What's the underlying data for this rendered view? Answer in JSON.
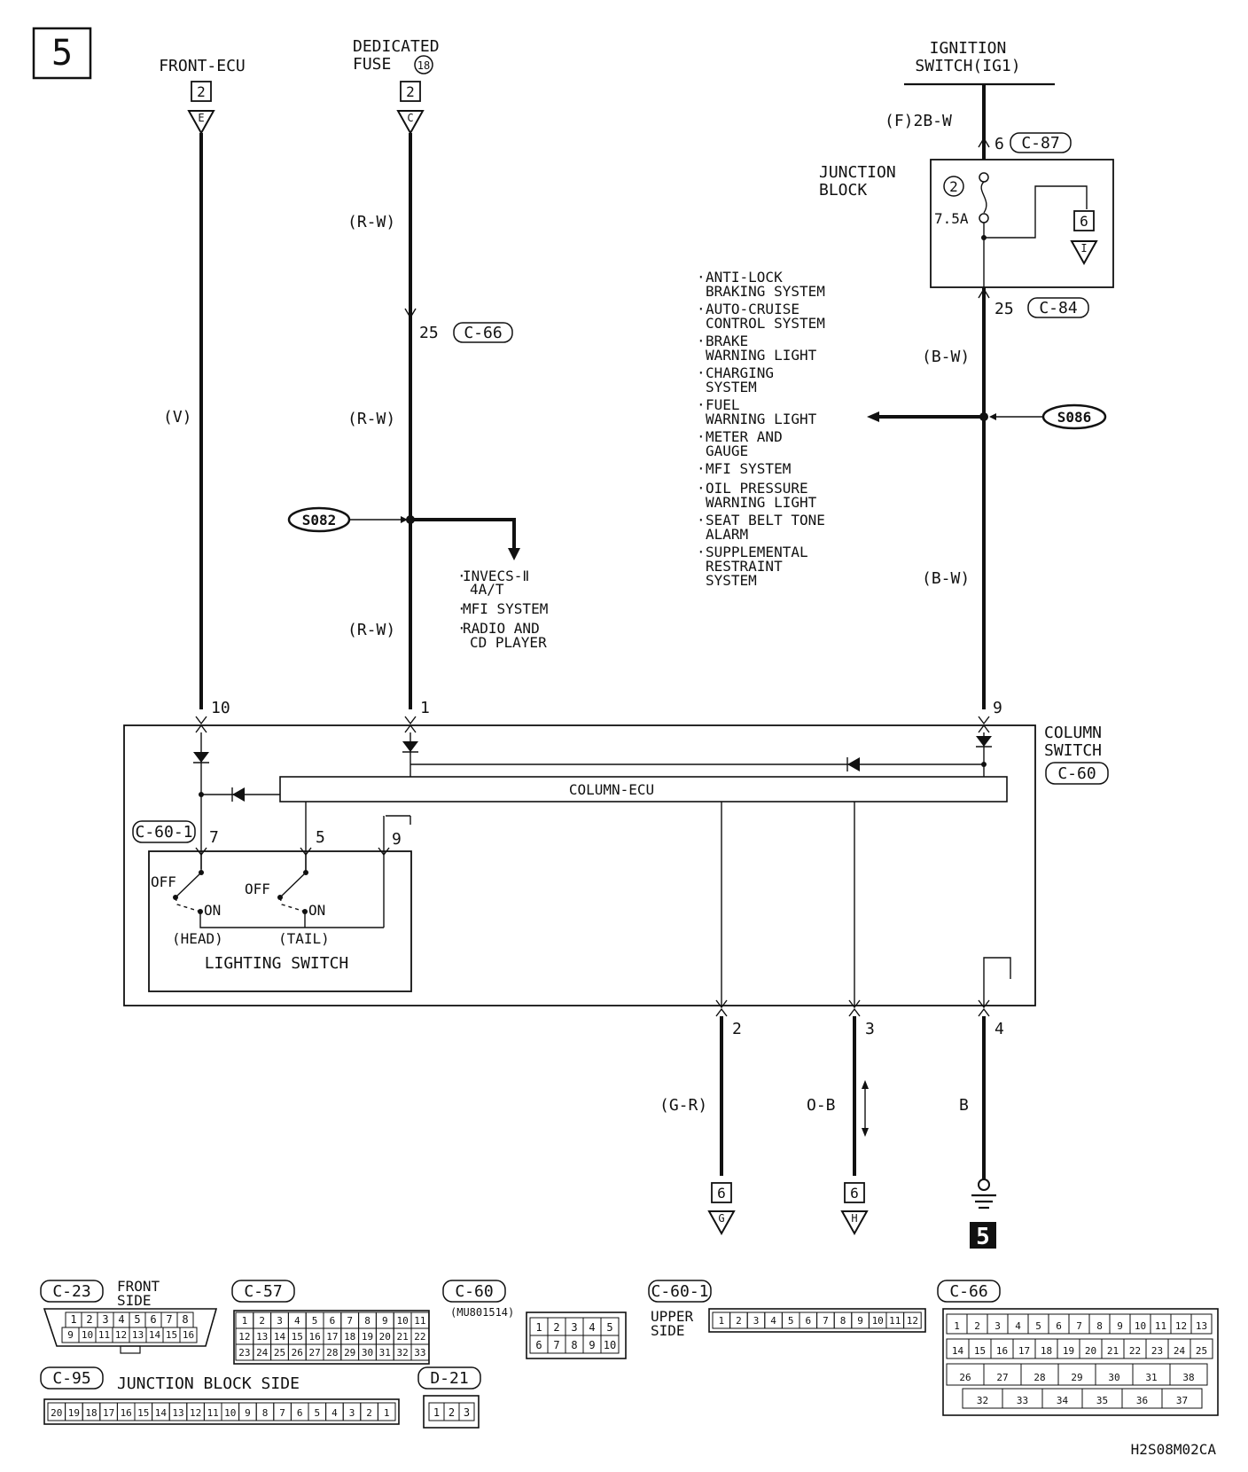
{
  "page": {
    "number": "5",
    "code": "H2S08M02CA"
  },
  "sources": {
    "front_ecu": {
      "name": "FRONT-ECU",
      "ref": "2",
      "terminal": "E"
    },
    "dedicated_fuse": {
      "name1": "DEDICATED",
      "name2": "FUSE",
      "fuse_no": "18",
      "ref": "2",
      "terminal": "C"
    },
    "ignition": {
      "name1": "IGNITION",
      "name2": "SWITCH(IG1)",
      "wire": "(F)2B-W",
      "pin": "6",
      "conn": "C-87"
    }
  },
  "junction_block": {
    "name1": "JUNCTION",
    "name2": "BLOCK",
    "fuse_no": "2",
    "rating": "7.5A",
    "ref": "6",
    "terminal": "I",
    "out_pin": "25",
    "out_conn": "C-84"
  },
  "wires": {
    "v": "(V)",
    "rw": "(R-W)",
    "bw": "(B-W)",
    "gr": "(G-R)",
    "ob": "O-B",
    "b": "B"
  },
  "fuse_branch": {
    "pin": "25",
    "conn": "C-66",
    "splice": "S082",
    "items": [
      "INVECS-Ⅱ",
      "4A/T",
      "MFI SYSTEM",
      "RADIO AND",
      "CD PLAYER"
    ]
  },
  "ign_branch": {
    "splice": "S086",
    "items": [
      "ANTI-LOCK",
      "BRAKING SYSTEM",
      "AUTO-CRUISE",
      "CONTROL SYSTEM",
      "BRAKE",
      "WARNING LIGHT",
      "CHARGING",
      "SYSTEM",
      "FUEL",
      "WARNING LIGHT",
      "METER AND",
      "GAUGE",
      "MFI SYSTEM",
      "OIL PRESSURE",
      "WARNING LIGHT",
      "SEAT BELT TONE",
      "ALARM",
      "SUPPLEMENTAL",
      "RESTRAINT",
      "SYSTEM"
    ]
  },
  "column_switch": {
    "name1": "COLUMN",
    "name2": "SWITCH",
    "conn": "C-60",
    "ecu": "COLUMN-ECU",
    "pins": {
      "p10": "10",
      "p1": "1",
      "p9": "9",
      "p2": "2",
      "p3": "3",
      "p4": "4"
    }
  },
  "lighting_switch": {
    "conn": "C-60-1",
    "pins": {
      "p7": "7",
      "p5": "5",
      "p9": "9"
    },
    "off": "OFF",
    "on": "ON",
    "head": "(HEAD)",
    "tail": "(TAIL)",
    "name": "LIGHTING SWITCH"
  },
  "outputs": {
    "g": {
      "ref": "6",
      "terminal": "G"
    },
    "h": {
      "ref": "6",
      "terminal": "H"
    },
    "ground": "5"
  },
  "connectors": {
    "c23": {
      "id": "C-23",
      "note1": "FRONT",
      "note2": "SIDE",
      "row1": [
        "1",
        "2",
        "3",
        "4",
        "5",
        "6",
        "7",
        "8"
      ],
      "row2": [
        "9",
        "10",
        "11",
        "12",
        "13",
        "14",
        "15",
        "16"
      ]
    },
    "c57": {
      "id": "C-57",
      "row1": [
        "1",
        "2",
        "3",
        "4",
        "5",
        "6",
        "7",
        "8",
        "9",
        "10",
        "11"
      ],
      "row2": [
        "12",
        "13",
        "14",
        "15",
        "16",
        "17",
        "18",
        "19",
        "20",
        "21",
        "22"
      ],
      "row3": [
        "23",
        "24",
        "25",
        "26",
        "27",
        "28",
        "29",
        "30",
        "31",
        "32",
        "33"
      ]
    },
    "c60": {
      "id": "C-60",
      "part": "(MU801514)",
      "row1": [
        "1",
        "2",
        "3",
        "4",
        "5"
      ],
      "row2": [
        "6",
        "7",
        "8",
        "9",
        "10"
      ]
    },
    "c601": {
      "id": "C-60-1",
      "note1": "UPPER",
      "note2": "SIDE",
      "row": [
        "1",
        "2",
        "3",
        "4",
        "5",
        "6",
        "7",
        "8",
        "9",
        "10",
        "11",
        "12"
      ]
    },
    "c66": {
      "id": "C-66",
      "row1": [
        "1",
        "2",
        "3",
        "4",
        "5",
        "6",
        "7",
        "8",
        "9",
        "10",
        "11",
        "12",
        "13"
      ],
      "row2": [
        "14",
        "15",
        "16",
        "17",
        "18",
        "19",
        "20",
        "21",
        "22",
        "23",
        "24",
        "25"
      ],
      "row3": [
        "26",
        "27",
        "28",
        "29",
        "30",
        "31",
        "38"
      ],
      "row4": [
        "32",
        "33",
        "34",
        "35",
        "36",
        "37"
      ]
    },
    "c95": {
      "id": "C-95",
      "note": "JUNCTION BLOCK SIDE",
      "row": [
        "20",
        "19",
        "18",
        "17",
        "16",
        "15",
        "14",
        "13",
        "12",
        "11",
        "10",
        "9",
        "8",
        "7",
        "6",
        "5",
        "4",
        "3",
        "2",
        "1"
      ]
    },
    "d21": {
      "id": "D-21",
      "row": [
        "1",
        "2",
        "3"
      ]
    }
  }
}
